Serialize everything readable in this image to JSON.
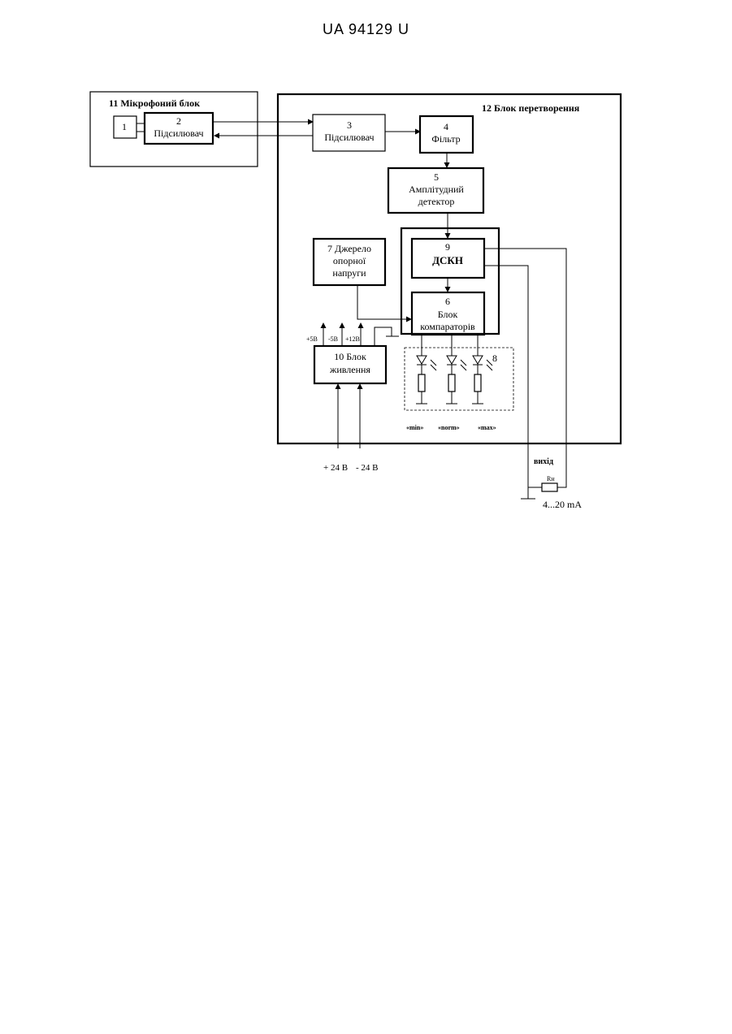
{
  "header": "UA   94129   U",
  "blocks": {
    "b11": "11 Мікрофоний блок",
    "b12": "12 Блок перетворення",
    "b1": "1",
    "b2_num": "2",
    "b2_name": "Підсилювач",
    "b3_num": "3",
    "b3_name": "Підсилювач",
    "b4_num": "4",
    "b4_name": "Фільтр",
    "b5_num": "5",
    "b5_line1": "Амплітудний",
    "b5_line2": "детектор",
    "b7_line1": "7 Джерело",
    "b7_line2": "опорної",
    "b7_line3": "напруги",
    "b9_num": "9",
    "b9_name": "ДСКН",
    "b6_num": "6",
    "b6_line1": "Блок",
    "b6_line2": "компараторів",
    "b10_line1": "10 Блок",
    "b10_line2": "живлення",
    "b8_num": "8"
  },
  "labels": {
    "v5": "+5В",
    "vm5": "-5В",
    "v12": "+12В",
    "plus24": "+ 24 В",
    "minus24": "- 24 В",
    "min": "«min»",
    "norm": "«norm»",
    "max": "«max»",
    "output": "вихід",
    "rn": "Rн",
    "current": "4...20 mA"
  }
}
